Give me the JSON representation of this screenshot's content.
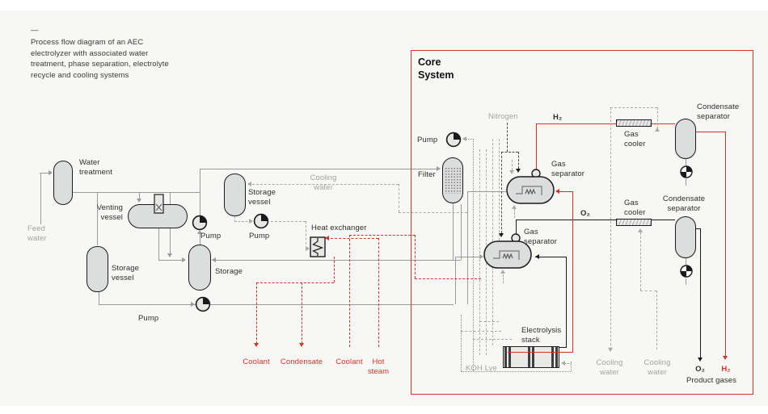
{
  "figure_caption": {
    "dash": "—",
    "text": "Process flow diagram of an AEC electrolyzer with associated water treatment, phase separation, electrolyte recycle and cooling systems"
  },
  "diagram": {
    "feed": {
      "feed_water": "Feed water"
    },
    "equipment": {
      "water_treatment": "Water treatment",
      "venting_vessel": "Venting vessel",
      "storage_vessel": "Storage vessel",
      "storage": "Storage",
      "pump": "Pump",
      "heat_exchanger": "Heat exchanger",
      "filter": "Filter",
      "gas_separator": "Gas separator",
      "gas_cooler": "Gas cooler",
      "condensate_separator": "Condensate separator",
      "electrolysis_stack": "Electrolysis stack"
    },
    "streams": {
      "cooling_water": "Cooling water",
      "coolant": "Coolant",
      "condensate": "Condensate",
      "hot_steam": "Hot steam",
      "nitrogen": "Nitrogen",
      "koh_lye": "KOH Lye",
      "h2": "H₂",
      "o2": "O₂",
      "product_gases": "Product gases"
    },
    "core_system": {
      "title": "Core System"
    }
  },
  "colors": {
    "accent_red": "#D63328",
    "line_gray": "#9A9A9A",
    "text": "#2E2E2E",
    "muted_text": "#A3A39F",
    "vessel_fill": "#DCDEDD",
    "background": "#F7F7F5"
  }
}
